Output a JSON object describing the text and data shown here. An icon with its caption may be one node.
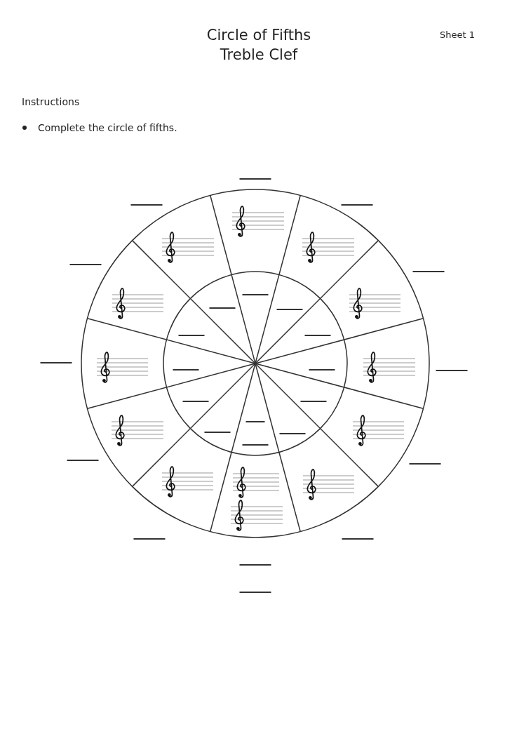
{
  "diagram": {
    "title": "Circle of Fifths Treble Clef",
    "labels": [
      "Sheet 1",
      "Instructions",
      "Complete the circle of fifths."
    ]
  }
}
